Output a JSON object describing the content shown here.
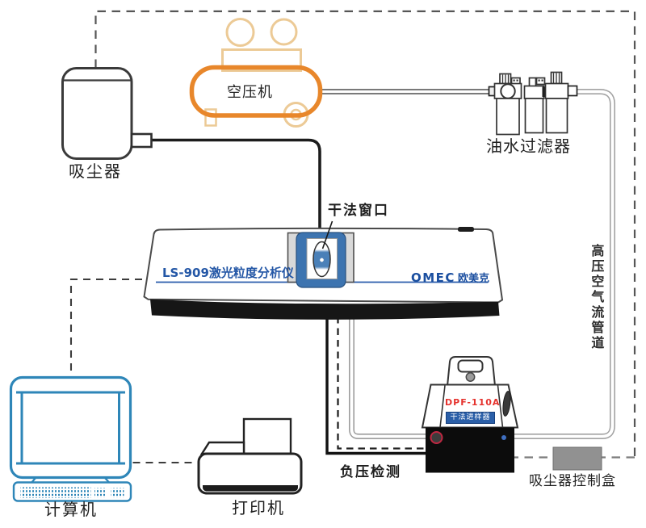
{
  "diagram": {
    "nodes": {
      "vacuum": {
        "label": "吸尘器"
      },
      "compressor": {
        "label": "空压机"
      },
      "oil_water_filter": {
        "label": "油水过滤器"
      },
      "analyzer": {
        "model_label": "LS-909激光粒度分析仪",
        "brand_en": "OMEC",
        "brand_cn": "欧美克",
        "window_label": "干法窗口"
      },
      "high_pressure_pipe": {
        "label": "高压空气流管道"
      },
      "sampler": {
        "model": "DPF-110A",
        "name": "干法进样器"
      },
      "negative_pressure": {
        "label": "负压检测"
      },
      "vacuum_control_box": {
        "label": "吸尘器控制盒"
      },
      "computer": {
        "label": "计算机"
      },
      "printer": {
        "label": "打印机"
      }
    },
    "colors": {
      "compressor_orange": "#e8872b",
      "compressor_light_orange": "#ecca96",
      "brand_blue": "#1b4fa0",
      "analyzer_text_blue": "#2457a6",
      "window_blue": "#3d74b0",
      "badge_blue": "#2b5fa8",
      "sampler_model_red": "#e5322d",
      "monitor_blue": "#2e86b8",
      "control_box_gray": "#919191"
    }
  }
}
